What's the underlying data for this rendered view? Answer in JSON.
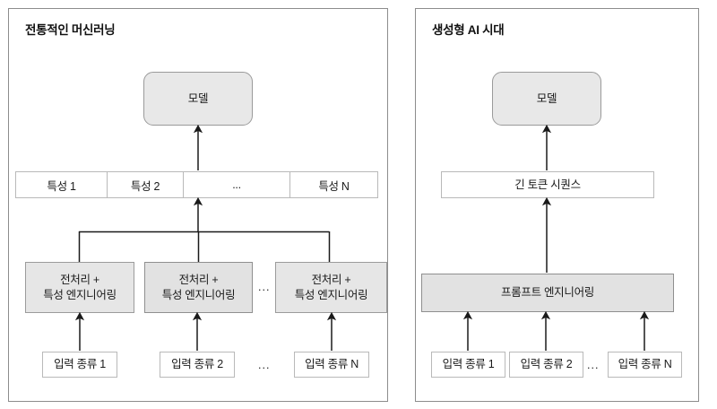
{
  "figure": {
    "type": "flow-diagram",
    "panel_count": 2,
    "background": "#ffffff",
    "box_fill_grey": "#e2e2e2",
    "box_fill_white": "#ffffff",
    "border_color": "#8d8d8d",
    "arrow_color": "#1a1a1a"
  },
  "panels": [
    {
      "id": "traditional-ml",
      "title": "전통적인 머신러닝",
      "model": {
        "label": "모델"
      },
      "feature_row": {
        "cells": [
          {
            "label": "특성 1"
          },
          {
            "label": "특성 2"
          },
          {
            "label": "..."
          },
          {
            "label": "특성 N"
          }
        ]
      },
      "processors": [
        {
          "line1": "전처리 +",
          "line2": "특성 엔지니어링"
        },
        {
          "line1": "전처리 +",
          "line2": "특성 엔지니어링"
        },
        {
          "line1": "전처리 +",
          "line2": "특성 엔지니어링"
        }
      ],
      "processor_ellipsis": "...",
      "inputs": [
        {
          "label": "입력 종류 1"
        },
        {
          "label": "입력 종류 2"
        },
        {
          "label": "입력 종류 N"
        }
      ],
      "input_ellipsis": "..."
    },
    {
      "id": "generative-ai-era",
      "title": "생성형 AI 시대",
      "model": {
        "label": "모델"
      },
      "token_sequence": {
        "label": "긴 토큰 시퀀스"
      },
      "prompt_engineering": {
        "label": "프롬프트 엔지니어링"
      },
      "inputs": [
        {
          "label": "입력 종류 1"
        },
        {
          "label": "입력 종류 2"
        },
        {
          "label": "입력 종류 N"
        }
      ],
      "input_ellipsis": "..."
    }
  ]
}
